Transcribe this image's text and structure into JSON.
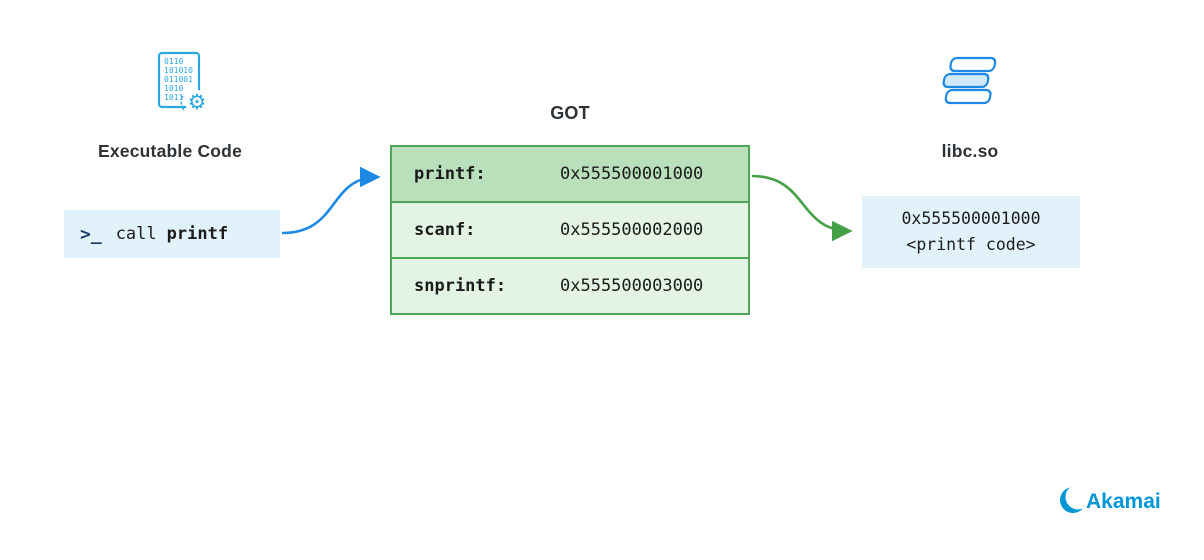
{
  "executable": {
    "icon": "binary-code-document-icon",
    "binary_lines": [
      "0110",
      "101010",
      "011001",
      "1010",
      "1011"
    ],
    "label": "Executable Code",
    "prompt_icon": ">_",
    "call_label": "call",
    "call_target": "printf"
  },
  "got": {
    "title": "GOT",
    "rows": [
      {
        "symbol": "printf:",
        "address": "0x555500001000"
      },
      {
        "symbol": "scanf:",
        "address": "0x555500002000"
      },
      {
        "symbol": "snprintf:",
        "address": "0x555500003000"
      }
    ]
  },
  "libc": {
    "icon": "stacked-books-icon",
    "label": "libc.so",
    "address": "0x555500001000",
    "code": "<printf code>"
  },
  "branding": {
    "logo": "Akamai"
  },
  "colors": {
    "box_blue": "#e1f2fb",
    "table_border_green": "#4fa557",
    "table_row_highlight": "#b9e0bb",
    "table_row_green": "#e3f3e4",
    "arrow_blue": "#1e88e5",
    "arrow_green": "#43a047",
    "icon_blue": "#29a8e0",
    "brand_blue": "#0096d6",
    "text_dark": "#2e3338"
  }
}
